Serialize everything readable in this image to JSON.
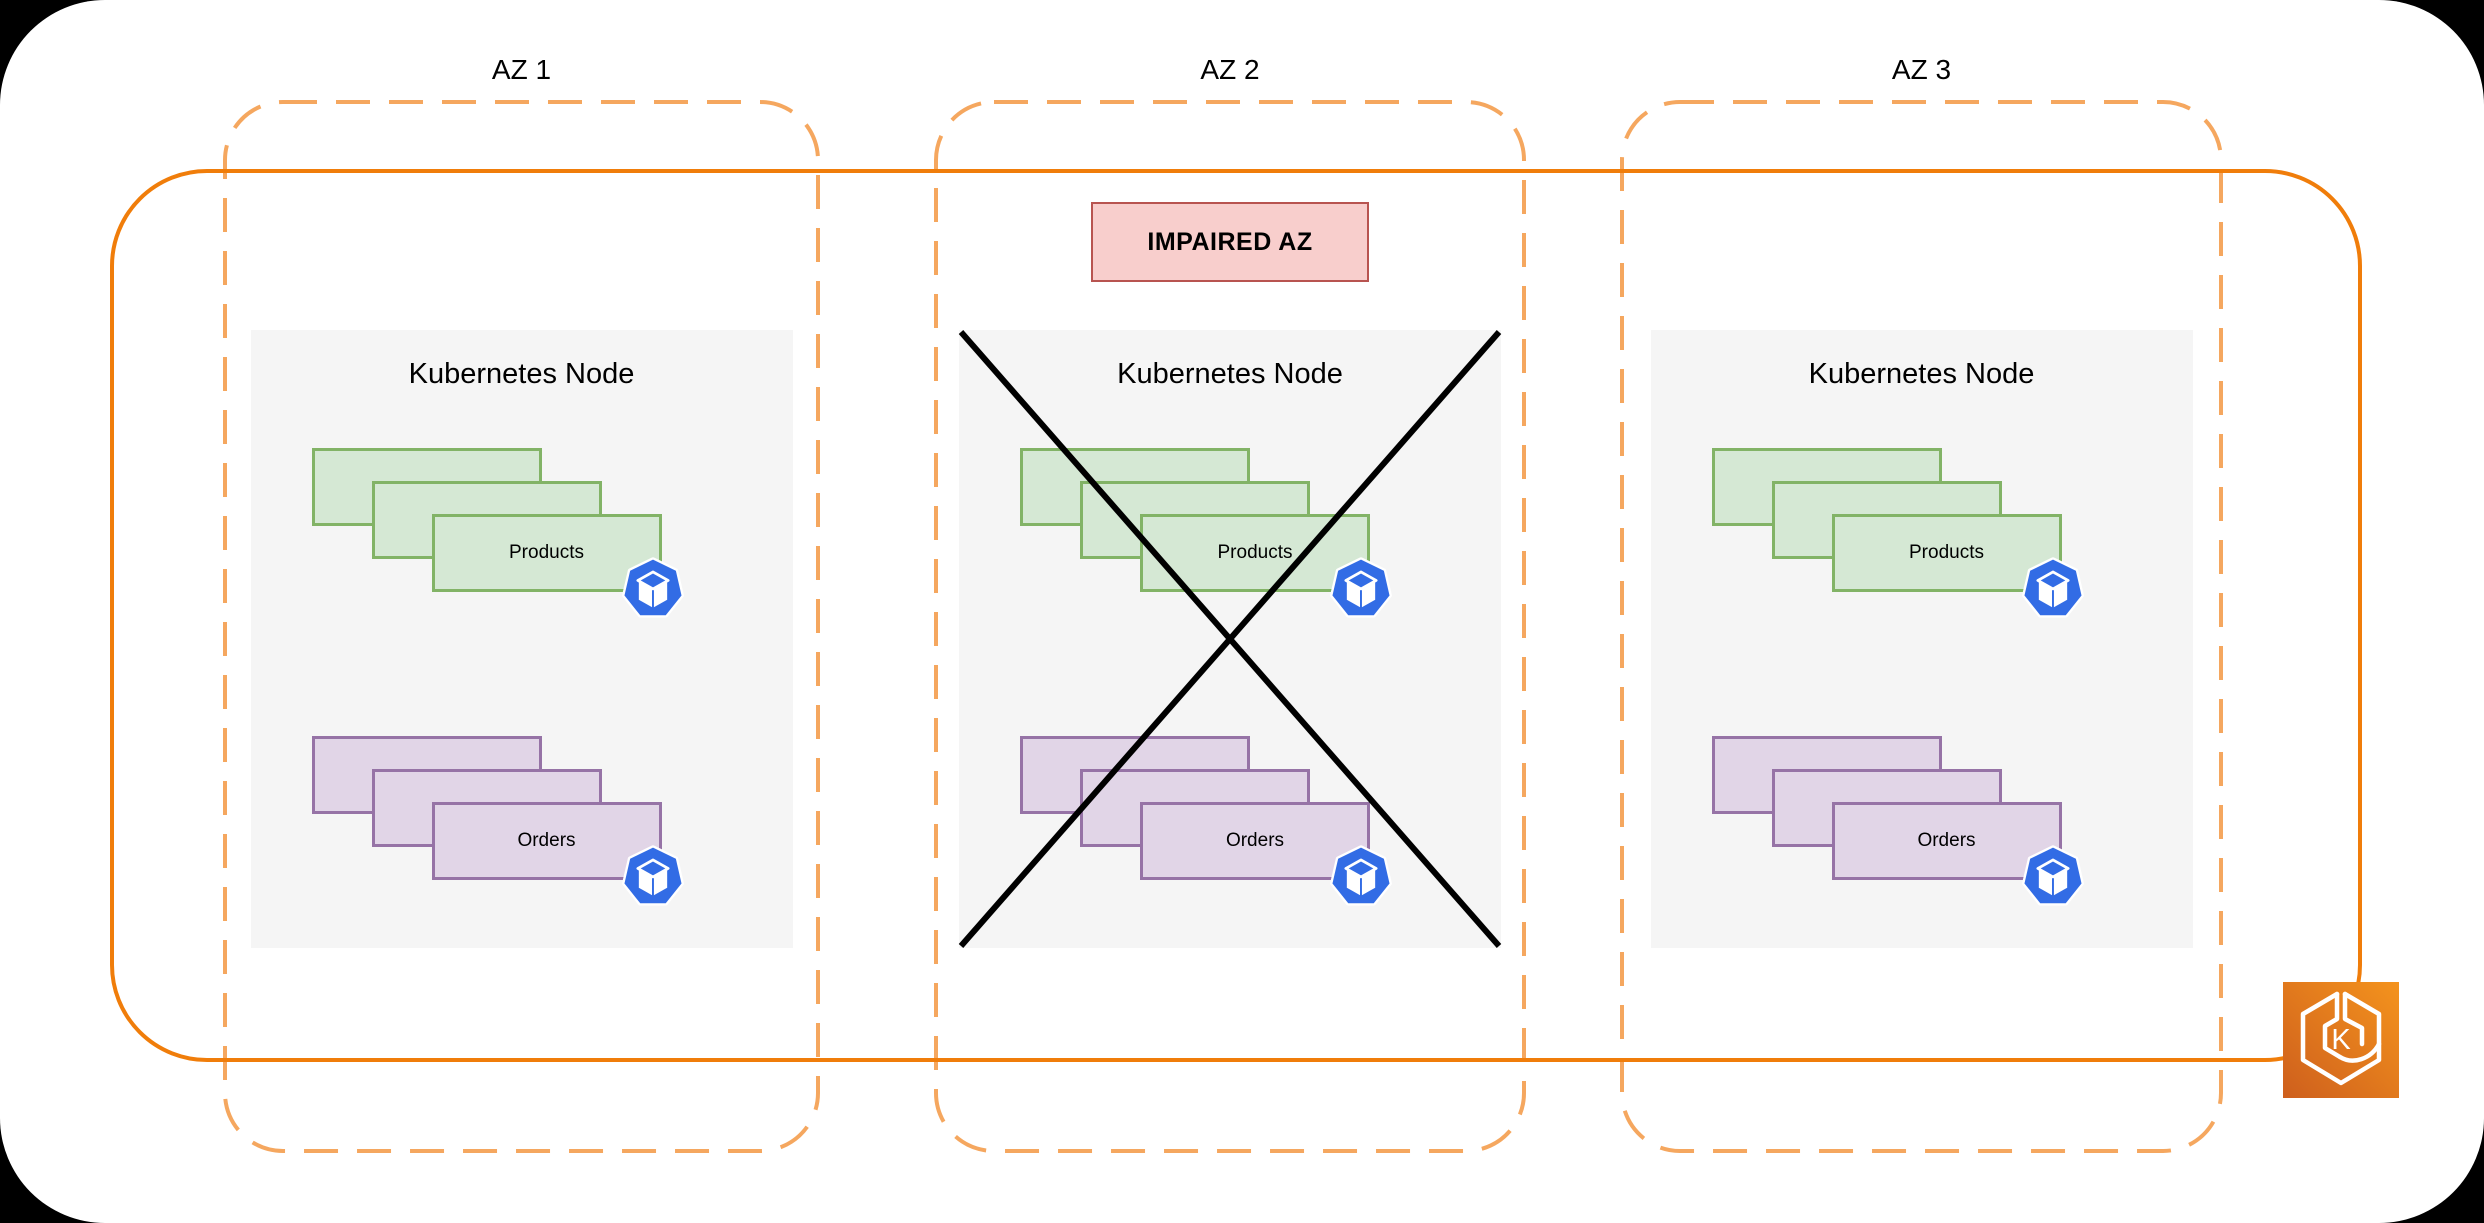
{
  "availability_zones": [
    {
      "label": "AZ 1",
      "impaired": false
    },
    {
      "label": "AZ 2",
      "impaired": true
    },
    {
      "label": "AZ 3",
      "impaired": false
    }
  ],
  "impaired_badge": {
    "label": "IMPAIRED AZ",
    "fill": "#F8CECC",
    "border": "#B85450"
  },
  "kubernetes_node": {
    "title": "Kubernetes Node",
    "fill": "#F5F5F5"
  },
  "workloads": [
    {
      "name": "Products",
      "replicas": 3,
      "fill": "#D5E8D4",
      "border": "#82B366",
      "icon": "kubernetes-pod-icon"
    },
    {
      "name": "Orders",
      "replicas": 3,
      "fill": "#E1D5E7",
      "border": "#9673A6",
      "icon": "kubernetes-pod-icon"
    }
  ],
  "eks": {
    "icon": "eks-cluster-icon",
    "letter": "K"
  },
  "colors": {
    "az_dashed_border": "#F5A75F",
    "cluster_border": "#F07D0A",
    "pod_blue": "#326CE5",
    "impaired_cross": "#000000",
    "canvas": "#FFFFFF",
    "background": "#000000"
  }
}
